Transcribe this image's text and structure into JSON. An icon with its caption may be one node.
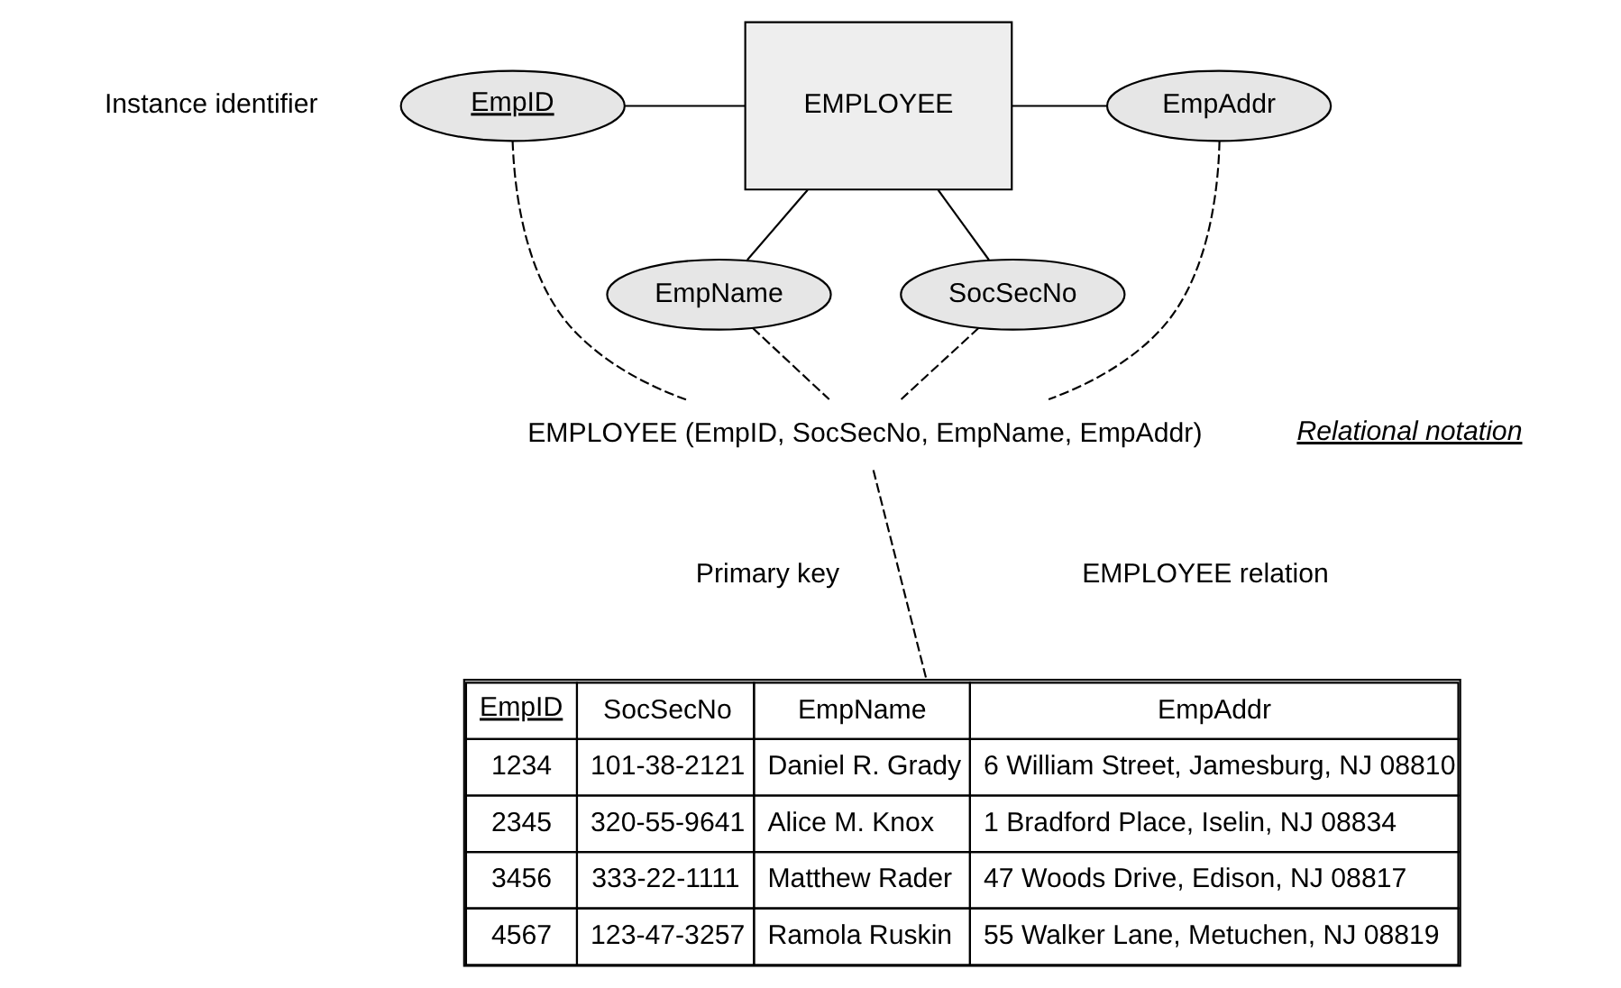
{
  "diagram": {
    "nodes": [
      {
        "text": [
          "EMPLOYEE"
        ]
      },
      {
        "text": [
          "SocSecNo"
        ]
      },
      {
        "text": [
          "EmpID"
        ]
      },
      {
        "text": [
          "EmpName"
        ]
      },
      {
        "text": [
          "EmpAddr"
        ]
      },
      {
        "text": [
          "EMPLOYEE (EmpID, SocSecNo, EmpName, EmpAddr)"
        ]
      },
      {
        "text": [
          "EmpID",
          "SocSecNo",
          "EmpName",
          "EmpAddr",
          "1234",
          "101-38-2121",
          "Daniel R. Grady",
          "6 William Street, Jamesburg, NJ 08810",
          "2345",
          "320-55-9641",
          "Alice M. Knox",
          "1 Bradford Place, Iselin, NJ 08834",
          "3456",
          "333-22-1111",
          "Matthew Rader",
          "47 Woods Drive, Edison, NJ 08817",
          "4567",
          "123-47-3257",
          "Ramola Ruskin",
          "55 Walker Lane, Metuchen, NJ 08819"
        ]
      }
    ],
    "edges": [
      {
        "from": 1,
        "to": 0,
        "arrow": "none"
      },
      {
        "from": 2,
        "to": 0,
        "arrow": "none"
      },
      {
        "from": 0,
        "to": 3,
        "arrow": "none"
      },
      {
        "from": 0,
        "to": 4,
        "arrow": "none"
      },
      {
        "from": 2,
        "to": 5,
        "arrow": "none",
        "style": "dashed"
      },
      {
        "from": 1,
        "to": 5,
        "arrow": "none",
        "style": "dashed"
      },
      {
        "from": 3,
        "to": 5,
        "arrow": "none",
        "style": "dashed"
      },
      {
        "from": 4,
        "to": 5,
        "arrow": "none",
        "style": "dashed"
      },
      {
        "from": 5,
        "to": 6,
        "arrow": "none",
        "style": "dashed"
      }
    ],
    "labels": [
      "Instance identifier",
      "Relational notation",
      "Primary key",
      "EMPLOYEE relation"
    ]
  }
}
